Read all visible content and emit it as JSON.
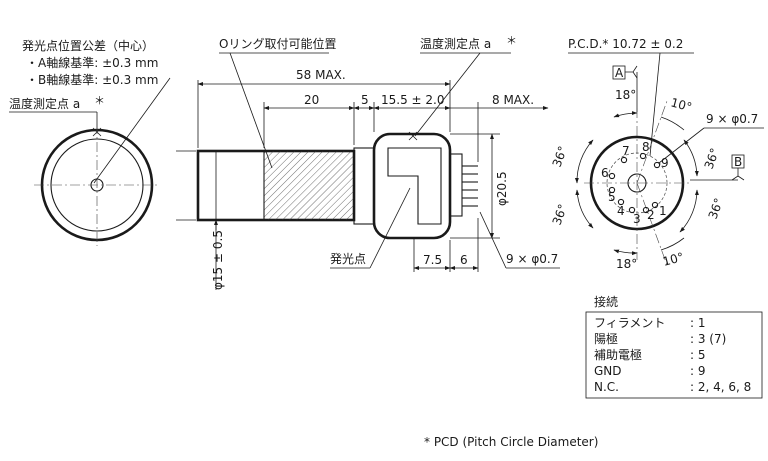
{
  "left_view": {
    "emission_tolerance_title": "発光点位置公差（中心）",
    "a_axis_tolerance": "・A軸線基準: ±0.3 mm",
    "b_axis_tolerance": "・B軸線基準: ±0.3 mm",
    "temp_point_label": "温度測定点 a",
    "asterisk": "＊"
  },
  "side_view": {
    "oring_label": "Oリング取付可能位置",
    "temp_point_label": "温度測定点 a",
    "asterisk": "＊",
    "dim_total": "58 MAX.",
    "dim_20": "20",
    "dim_5": "5",
    "dim_15_5": "15.5 ± 2.0",
    "dim_8max": "8 MAX.",
    "dim_dia20_5": "φ20.5",
    "dim_dia15": "φ15 ± 0.5",
    "emission_point_label": "発光点",
    "dim_7_5": "7.5",
    "dim_6": "6",
    "pin_dia_label": "9 × φ0.7"
  },
  "base_view": {
    "pcd_label": "P.C.D.* 10.72 ± 0.2",
    "datum_a": "A",
    "datum_b": "B",
    "angle_18_top": "18°",
    "angle_10_top": "10°",
    "angle_36_left_top": "36°",
    "angle_36_left_bottom": "36°",
    "angle_36_right_top": "36°",
    "angle_36_right_bottom": "36°",
    "angle_18_bottom": "18°",
    "angle_10_bottom": "10°",
    "pin_dia_label": "9 × φ0.7",
    "pins": [
      "1",
      "2",
      "3",
      "4",
      "5",
      "6",
      "7",
      "8",
      "9"
    ]
  },
  "connections": {
    "title": "接続",
    "rows": [
      {
        "name": "フィラメント",
        "value": ": 1"
      },
      {
        "name": "陽極",
        "value": ": 3 (7)"
      },
      {
        "name": "補助電極",
        "value": ": 5"
      },
      {
        "name": "GND",
        "value": ": 9"
      },
      {
        "name": "N.C.",
        "value": ": 2, 4, 6, 8"
      }
    ]
  },
  "footnote": "* PCD (Pitch Circle Diameter)"
}
